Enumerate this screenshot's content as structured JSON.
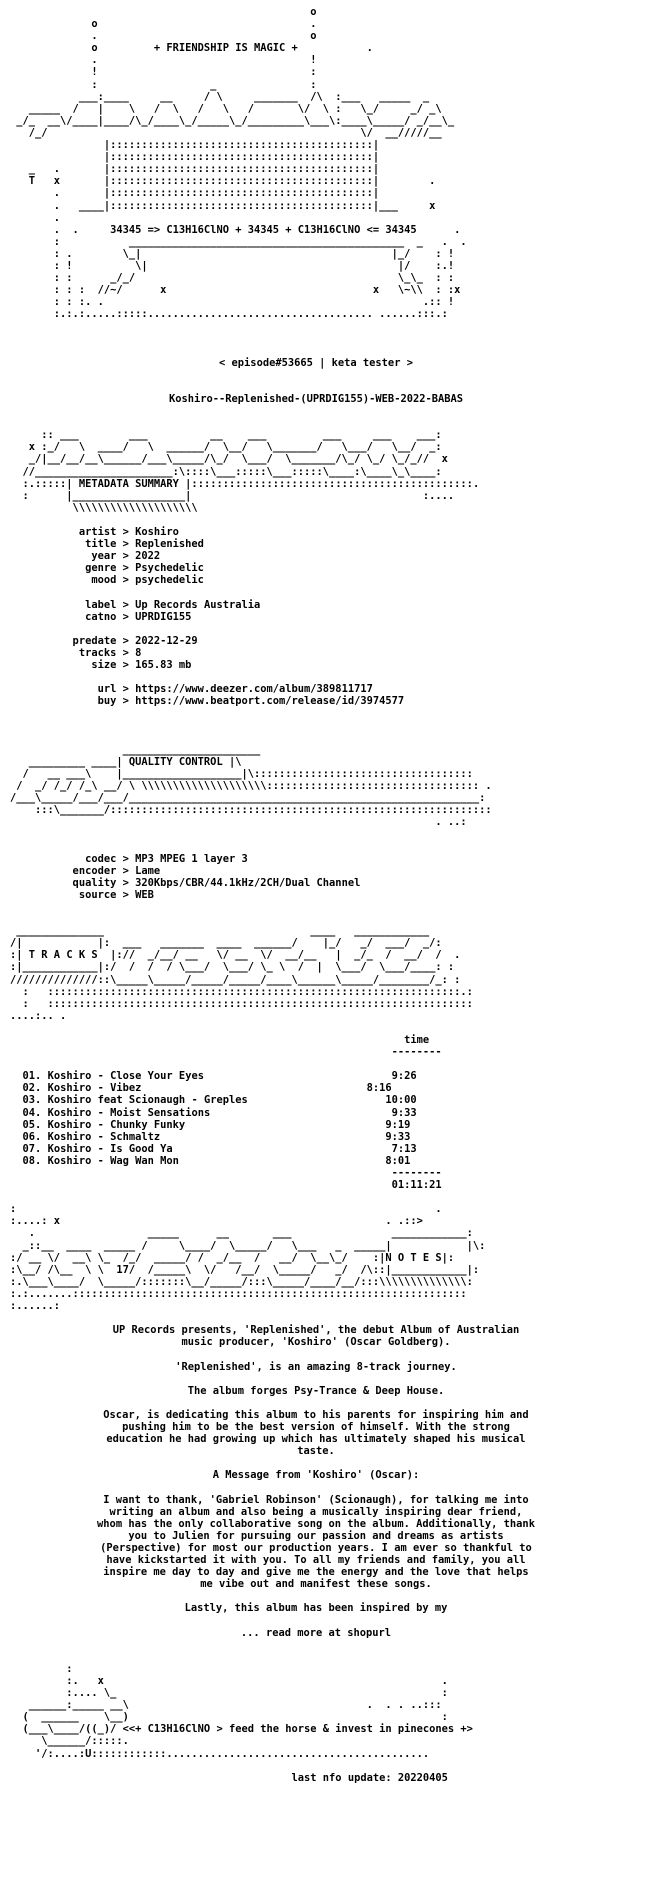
{
  "header": {
    "title": "+ FRIENDSHIP IS MAGIC +",
    "reaction": "34345 => C13H16ClNO + 34345 + C13H16ClNO <= 34345"
  },
  "episode": "< episode#53665 | keta tester >",
  "release_name": "Koshiro--Replenished-(UPRDIG155)-WEB-2022-BABAS",
  "sections": {
    "metadata": "METADATA SUMMARY",
    "quality": "QUALITY CONTROL",
    "tracks": "T R A C K S",
    "notes": "N O T E S"
  },
  "metadata": [
    {
      "key": "artist",
      "value": "Koshiro"
    },
    {
      "key": "title",
      "value": "Replenished"
    },
    {
      "key": "year",
      "value": "2022"
    },
    {
      "key": "genre",
      "value": "Psychedelic"
    },
    {
      "key": "mood",
      "value": "psychedelic"
    },
    {
      "key": "label",
      "value": "Up Records Australia"
    },
    {
      "key": "catno",
      "value": "UPRDIG155"
    },
    {
      "key": "predate",
      "value": "2022-12-29"
    },
    {
      "key": "tracks",
      "value": "8"
    },
    {
      "key": "size",
      "value": "165.83 mb"
    },
    {
      "key": "url",
      "value": "https://www.deezer.com/album/389811717"
    },
    {
      "key": "buy",
      "value": "https://www.beatport.com/release/id/3974577"
    }
  ],
  "quality": [
    {
      "key": "codec",
      "value": "MP3 MPEG 1 layer 3"
    },
    {
      "key": "encoder",
      "value": "Lame"
    },
    {
      "key": "quality",
      "value": "320Kbps/CBR/44.1kHz/2CH/Dual Channel"
    },
    {
      "key": "source",
      "value": "WEB"
    }
  ],
  "tracklist": {
    "time_header": "time",
    "items": [
      {
        "num": "01.",
        "title": "Koshiro - Close Your Eyes",
        "time": "9:26"
      },
      {
        "num": "02.",
        "title": "Koshiro - Vibez",
        "time": "8:16"
      },
      {
        "num": "03.",
        "title": "Koshiro feat Scionaugh - Greples",
        "time": "10:00"
      },
      {
        "num": "04.",
        "title": "Koshiro - Moist Sensations",
        "time": "9:33"
      },
      {
        "num": "05.",
        "title": "Koshiro - Chunky Funky",
        "time": "9:19"
      },
      {
        "num": "06.",
        "title": "Koshiro - Schmaltz",
        "time": "9:33"
      },
      {
        "num": "07.",
        "title": "Koshiro - Is Good Ya",
        "time": "7:13"
      },
      {
        "num": "08.",
        "title": "Koshiro - Wag Wan Mon",
        "time": "8:01"
      }
    ],
    "total": "01:11:21"
  },
  "notes": [
    "UP Records presents, 'Replenished', the debut Album of Australian",
    "music producer, 'Koshiro' (Oscar Goldberg).",
    "",
    "'Replenished', is an amazing 8-track journey.",
    "",
    "The album forges Psy-Trance & Deep House.",
    "",
    "Oscar, is dedicating this album to his parents for inspiring him and",
    "pushing him to be the best version of himself. With the strong",
    "education he had growing up which has ultimately shaped his musical",
    "taste.",
    "",
    "A Message from 'Koshiro' (Oscar):",
    "",
    "I want to thank, 'Gabriel Robinson' (Scionaugh), for talking me into",
    "writing an album and also being a musically inspiring dear friend,",
    "whom has the only collaborative song on the album. Additionally, thank",
    "you to Julien for pursuing our passion and dreams as artists",
    "(Perspective) for most our production years. I am ever so thankful to",
    "have kickstarted it with you. To all my friends and family, you all",
    "inspire me day to day and give me the energy and the love that helps",
    "me vibe out and manifest these songs.",
    "",
    "Lastly, this album has been inspired by my",
    "",
    "... read more at shopurl"
  ],
  "footer": {
    "motto": "<<+ C13H16ClNO > feed the horse & invest in pinecones +>",
    "last_update": "last nfo update: 20220405"
  }
}
